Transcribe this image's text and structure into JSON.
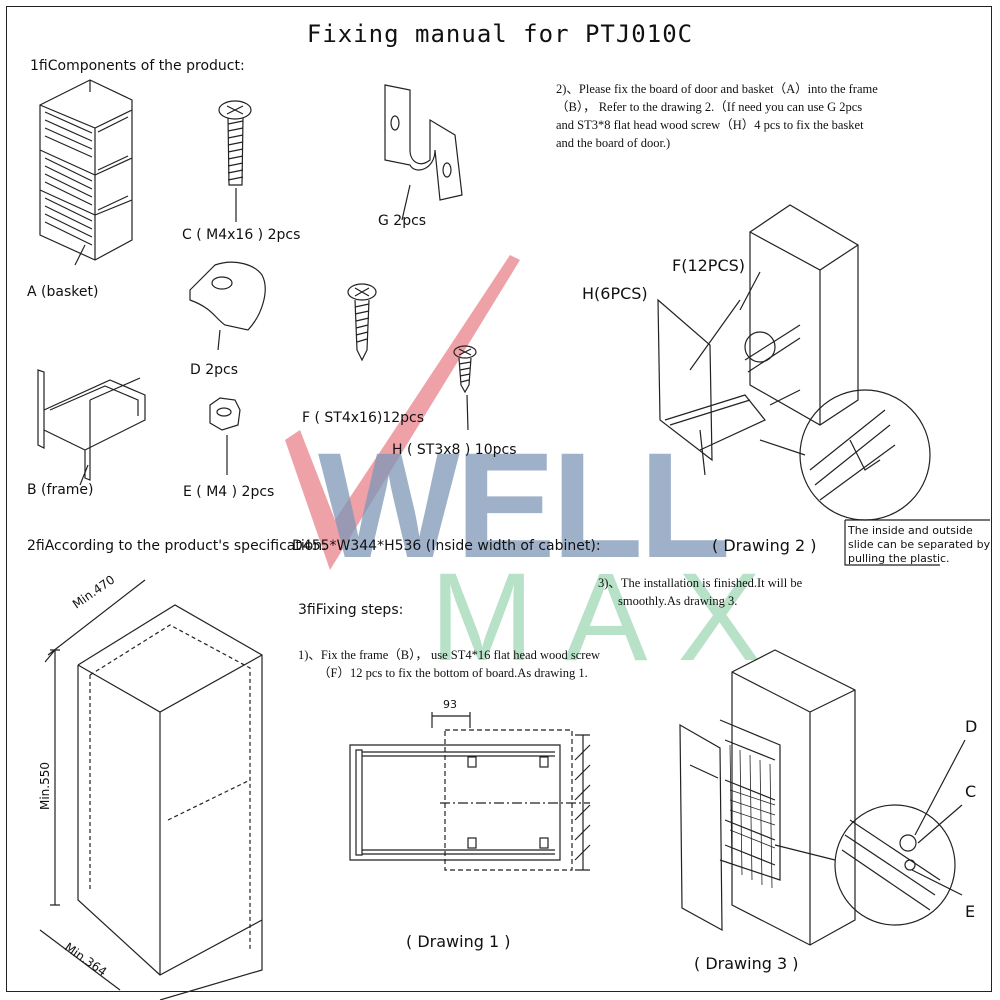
{
  "title": "Fixing manual for PTJ010C",
  "section1": {
    "heading": "1fiComponents of the product:"
  },
  "parts": {
    "a": "A  (basket)",
    "b": "B  (frame)",
    "c": "C ( M4x16 ) 2pcs",
    "d": "D  2pcs",
    "e": "E ( M4 )   2pcs",
    "f": "F ( ST4x16)12pcs",
    "g": "G  2pcs",
    "h": "H  ( ST3x8 )  10pcs"
  },
  "section2": {
    "heading": "2fiAccording to the product's specification:",
    "spec": "D455*W344*H536 (Inside width of cabinet):"
  },
  "cabinet_dims": {
    "depth": "Min.470",
    "height": "Min.550",
    "width": "Min.364"
  },
  "section3": {
    "heading": "3fiFixing steps:"
  },
  "steps": {
    "step1_line1": "1)、Fix the frame（B）， use ST4*16 flat head wood screw",
    "step1_line2": "（F）12 pcs to fix the bottom of board.As drawing 1.",
    "step2": "2)、Please fix the board of door and basket（A）into the frame（B）， Refer  to the drawing 2.（If  need  you  can use  G 2pcs and ST3*8 flat head  wood  screw（H）4 pcs to fix  the basket and  the board of  door.)",
    "step3_line1": "3)、The installation is finished.It will be",
    "step3_line2": "smoothly.As drawing 3."
  },
  "drawing1": {
    "caption": "( Drawing 1 )",
    "dimension": "93"
  },
  "drawing2": {
    "caption": "( Drawing 2 )",
    "label_f": "F(12PCS)",
    "label_h": "H(6PCS)",
    "note": "The inside and outside slide can be separated by pulling the plastic."
  },
  "drawing3": {
    "caption": "( Drawing 3 )",
    "label_d": "D",
    "label_c": "C",
    "label_e": "E"
  },
  "watermark": {
    "line1": "WELL",
    "line2": "MAX",
    "color_red": "#e8828a",
    "color_blue": "#7f97b8",
    "color_green": "#9fd9b5"
  }
}
